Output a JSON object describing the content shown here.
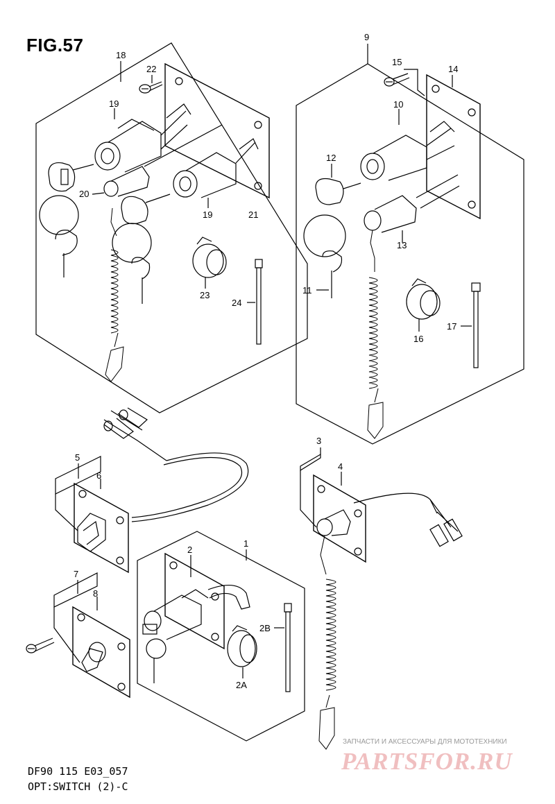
{
  "figure": {
    "title": "FIG.57"
  },
  "labels": {
    "l18": "18",
    "l22": "22",
    "l19a": "19",
    "l20": "20",
    "l19b": "19",
    "l21": "21",
    "l23": "23",
    "l24": "24",
    "l9": "9",
    "l15": "15",
    "l14": "14",
    "l10": "10",
    "l12": "12",
    "l13": "13",
    "l11": "11",
    "l16": "16",
    "l17": "17",
    "l5": "5",
    "l6": "6",
    "l3": "3",
    "l4": "4",
    "l7": "7",
    "l8": "8",
    "l1": "1",
    "l2": "2",
    "l2B": "2B",
    "l2A": "2A"
  },
  "footer": {
    "model": "DF90 115 E03_057",
    "caption": "OPT:SWITCH (2)-C"
  },
  "watermark": {
    "small": "ЗАПЧАСТИ И АКСЕССУАРЫ ДЛЯ МОТОТЕХНИКИ",
    "brand": "PARTSFOR.RU"
  }
}
